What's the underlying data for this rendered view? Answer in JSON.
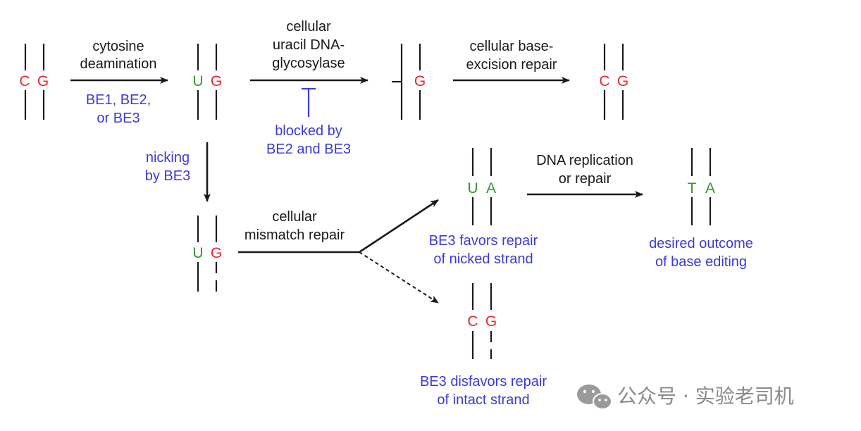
{
  "colors": {
    "black": "#1a1a1a",
    "blue": "#3b3bd6",
    "red": "#e8262d",
    "green": "#2e9a2e",
    "watermark": "#8a8a8a"
  },
  "bases": {
    "s1_c": "C",
    "s1_g": "G",
    "s2_u": "U",
    "s2_g": "G",
    "s3_g": "G",
    "s4_c": "C",
    "s4_g": "G",
    "s5_u": "U",
    "s5_g": "G",
    "s6_u": "U",
    "s6_a": "A",
    "s7_t": "T",
    "s7_a": "A",
    "s8_c": "C",
    "s8_g": "G"
  },
  "labels": {
    "deamination_1": "cytosine",
    "deamination_2": "deamination",
    "be123_1": "BE1, BE2,",
    "be123_2": "or BE3",
    "glyco_1": "cellular",
    "glyco_2": "uracil DNA-",
    "glyco_3": "glycosylase",
    "blocked_1": "blocked by",
    "blocked_2": "BE2 and BE3",
    "ber_1": "cellular base-",
    "ber_2": "excision repair",
    "nicking_1": "nicking",
    "nicking_2": "by BE3",
    "mismatch_1": "cellular",
    "mismatch_2": "mismatch repair",
    "favors_1": "BE3 favors repair",
    "favors_2": "of nicked strand",
    "replication_1": "DNA replication",
    "replication_2": "or repair",
    "outcome_1": "desired outcome",
    "outcome_2": "of base editing",
    "disfavors_1": "BE3 disfavors repair",
    "disfavors_2": "of intact strand"
  },
  "watermark": {
    "icon": "wechat-icon",
    "text": "公众号 · 实验老司机"
  }
}
